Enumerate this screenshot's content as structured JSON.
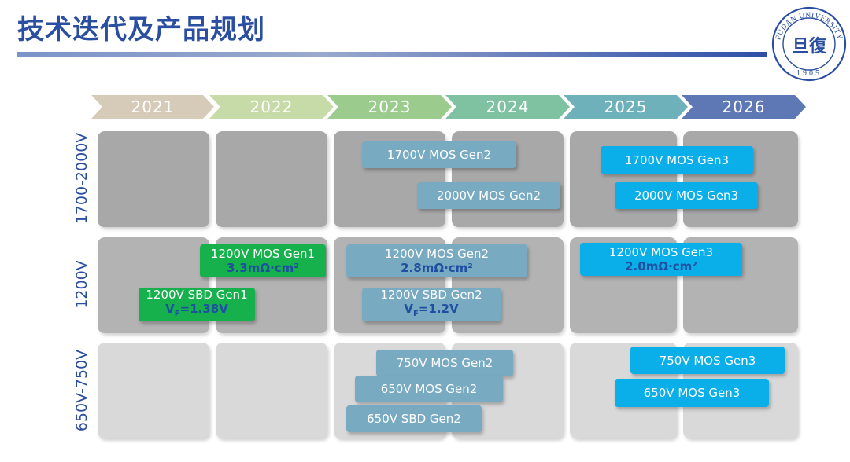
{
  "slide": {
    "title": "技术迭代及产品规划"
  },
  "logo": {
    "text": "FUDAN UNIVERSITY",
    "year": "1905",
    "glyph": "旦復"
  },
  "years": [
    "2021",
    "2022",
    "2023",
    "2024",
    "2025",
    "2026"
  ],
  "year_colors": [
    "#d6cbb8",
    "#c7dba8",
    "#9bcc8e",
    "#7fc2a2",
    "#6eb1bb",
    "#5d78b5"
  ],
  "row_labels": [
    "1700-2000V",
    "1200V",
    "650V-750V"
  ],
  "products": {
    "mos1700_gen2": "1700V MOS Gen2",
    "mos2000_gen2": "2000V MOS Gen2",
    "mos1700_gen3": "1700V MOS Gen3",
    "mos2000_gen3": "2000V MOS Gen3",
    "mos1200_gen1": "1200V MOS Gen1",
    "mos1200_gen1_spec": "3.3mΩ·cm²",
    "sbd1200_gen1": "1200V SBD Gen1",
    "sbd1200_gen1_spec_main": "V",
    "sbd1200_gen1_spec_sub": "F",
    "sbd1200_gen1_spec_val": "=1.38V",
    "mos1200_gen2": "1200V MOS Gen2",
    "mos1200_gen2_spec": "2.8mΩ·cm²",
    "sbd1200_gen2": "1200V SBD Gen2",
    "sbd1200_gen2_spec_main": "V",
    "sbd1200_gen2_spec_sub": "F",
    "sbd1200_gen2_spec_val": "=1.2V",
    "mos1200_gen3": "1200V MOS Gen3",
    "mos1200_gen3_spec": "2.0mΩ·cm²",
    "mos750_gen2": "750V MOS Gen2",
    "mos650_gen2": "650V MOS Gen2",
    "sbd650_gen2": "650V SBD Gen2",
    "mos750_gen3": "750V MOS Gen3",
    "mos650_gen3": "650V MOS Gen3"
  },
  "colors": {
    "title": "#2a4ea0",
    "teal_box": "#78aac1",
    "blue_box": "#0aaee8",
    "green_box": "#16b14c"
  }
}
